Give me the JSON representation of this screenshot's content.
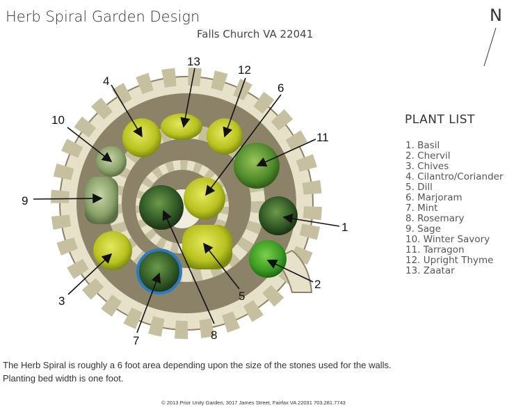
{
  "title": "Herb Spiral Garden Design",
  "subtitle": "Falls Church VA 22041",
  "north_label": "N",
  "plant_list_title": "PLANT LIST",
  "plants": [
    "1. Basil",
    "2. Chervil",
    "3. Chives",
    "4. Cilantro/Coriander",
    "5. Dill",
    "6. Marjoram",
    "7. Mint",
    "8. Rosemary",
    "9. Sage",
    "10. Winter Savory",
    "11. Tarragon",
    "12. Upright Thyme",
    "13. Zaatar"
  ],
  "callouts": [
    "1",
    "2",
    "3",
    "4",
    "5",
    "6",
    "7",
    "8",
    "9",
    "10",
    "11",
    "12",
    "13"
  ],
  "description": {
    "line1": "The Herb Spiral is roughly a 6 foot area depending upon the size of the stones used for the walls.",
    "line2": "Planting bed width is one foot."
  },
  "copyright": "© 2013 Prior Unity Garden, 3017 James Street, Fairfax VA 22031 703.281.7743",
  "colors": {
    "soil": "#8c8268",
    "stone_light": "#e6e1c8",
    "stone_dark": "#c7c0a0",
    "mint_ring": "#2a7bc4"
  }
}
